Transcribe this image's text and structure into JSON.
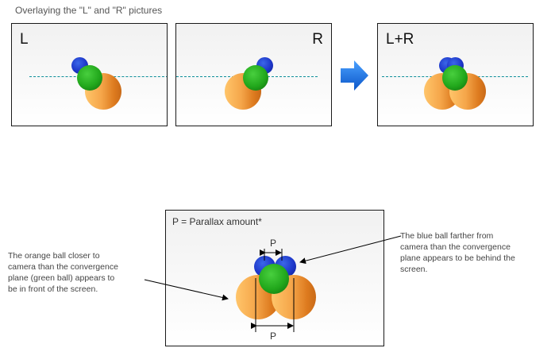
{
  "caption": "Overlaying the \"L\" and \"R\" pictures",
  "panels": {
    "left": {
      "label": "L"
    },
    "right": {
      "label": "R"
    },
    "combined": {
      "label": "L+R"
    }
  },
  "parallax": {
    "title": "P = Parallax amount*",
    "top_label": "P",
    "bottom_label": "P"
  },
  "notes": {
    "orange": "The orange ball closer to camera than the convergence plane (green ball) appears to be in front of the screen.",
    "orange_lines": [
      "The orange ball closer to",
      "camera than the convergence",
      "plane (green ball) appears to",
      "be in front of the screen."
    ],
    "blue": "The blue ball farther from camera than the convergence plane appears to be behind the screen.",
    "blue_lines": [
      "The blue ball farther from",
      "camera than the convergence",
      "plane appears to be behind the",
      "screen."
    ]
  },
  "colors": {
    "blue_ball": "#1d36c9",
    "green_ball": "#22a81c",
    "orange_ball": "#f5a64a",
    "arrow": "#1e6fe0",
    "convergence_line": "#0f8f9a"
  },
  "icons": {
    "arrow": "right-arrow-icon"
  }
}
